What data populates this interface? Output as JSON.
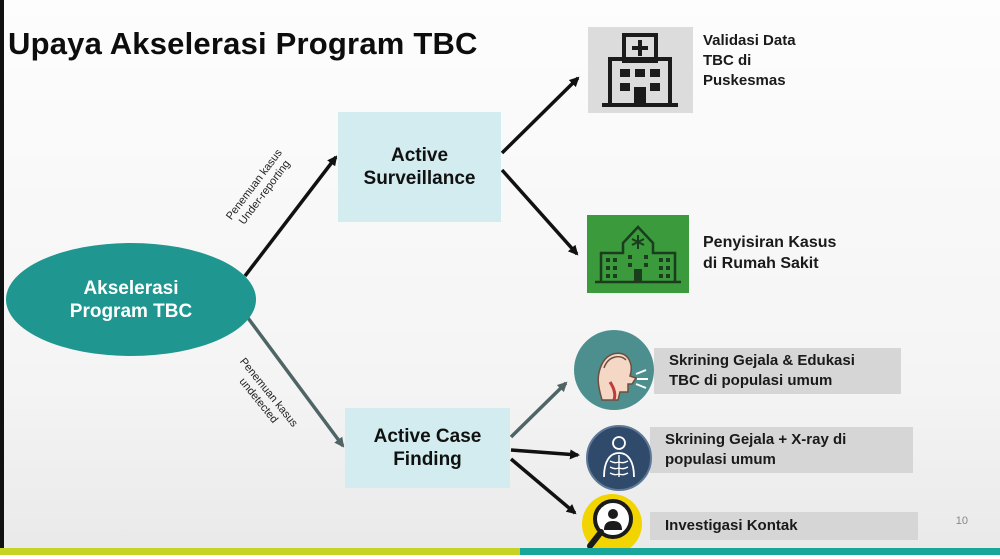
{
  "title": "Upaya Akselerasi Program TBC",
  "center": {
    "line1": "Akselerasi",
    "line2": "Program TBC"
  },
  "active_surveillance": {
    "line1": "Active",
    "line2": "Surveillance"
  },
  "active_case_finding": {
    "line1": "Active Case",
    "line2": "Finding"
  },
  "edge_labels": {
    "upper": {
      "line1": "Penemuan kasus",
      "line2": "Under-reporting"
    },
    "lower": {
      "line1": "Penemuan kasus",
      "line2": "undetected"
    }
  },
  "outputs": {
    "validasi": {
      "line1": "Validasi Data",
      "line2": "TBC di",
      "line3": "Puskesmas",
      "icon": "clinic-building-icon"
    },
    "penyisiran": {
      "line1": "Penyisiran Kasus",
      "line2": "di Rumah Sakit",
      "icon": "hospital-building-icon"
    },
    "skrining_gejala": {
      "line1": "Skrining Gejala & Edukasi",
      "line2": "TBC di populasi umum",
      "icon": "coughing-person-icon"
    },
    "skrining_xray": {
      "line1": "Skrining Gejala + X-ray di",
      "line2": "populasi umum",
      "icon": "chest-xray-icon"
    },
    "investigasi": {
      "line1": "Investigasi Kontak",
      "icon": "magnifier-person-icon"
    }
  },
  "page_number": "10",
  "colors": {
    "ellipse": "#1f9690",
    "box": "#d2ecef",
    "bar": "#d6d6d6",
    "hospital_green": "#3a9a3c",
    "strip_left": "#c6d325",
    "strip_right": "#18a59a"
  }
}
